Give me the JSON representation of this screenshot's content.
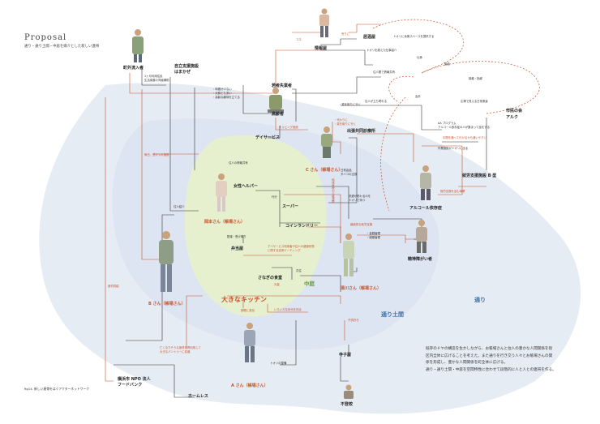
{
  "header": {
    "title": "Proposal",
    "subtitle": "通り・通り土間・中庭を媒介とした新しい連帯"
  },
  "caption": "fig14. 新しい連帯をはぐアクターネットワーク",
  "description": [
    "既存のドヤの構造を生かしながら、お帳場さんと住人の豊かな人間関係を街",
    "区内全体に広げることを考えた。また通りを行き交う人々とお帳場さんの関",
    "係を形成し、豊かな人間関係を町全体に広げる。",
    "通り・通り土間・中庭を空間特性に合わせて段階的に人と人との連帯を作る。"
  ],
  "zones": {
    "street": "通り",
    "street_doma": "通り土間",
    "courtyard": "中庭"
  },
  "actors": {
    "shinki": "町外流入者",
    "jiritsu1": "自立支援施設",
    "jiritsu2": "はまかぜ",
    "jyohou": "情報屋",
    "kyoudou": "居酒屋",
    "wakamono": "若者失業者",
    "koureisha": "高齢者",
    "dayservice": "デイサービス",
    "csan": "C さん（帳場さん）",
    "kouban": "出張共同診療所",
    "shitei": "市民の会",
    "aruku": "アルク",
    "shurou": "就労支援施設 B 型",
    "okamoto": "岡本さん（帳場さん）",
    "josei": "女性ヘルパー",
    "super": "スーパー",
    "coin": "コインランドリー",
    "alcohol": "アルコール依存症",
    "bento": "弁当屋",
    "bsan": "B さん（帳場さん）",
    "seishin": "精神障がい者",
    "sanagi": "さなぎの食堂",
    "kitchen": "大きなキッチン",
    "kiyokawa": "清川さん（帳場さん）",
    "asan": "A さん（帳場さん）",
    "teraya": "寺子屋",
    "npo1": "横浜市 NPO 法人",
    "npo2": "フードバンク",
    "homeless": "ホームレス",
    "futoukou": "不登校"
  },
  "edge_labels": {
    "kone": "コネ",
    "uri": "売りに",
    "sisetsu": "毎日、受け入れ施設",
    "living": "ホリビング施設",
    "kaitate": "・代わりに\n・菜を取りに行く",
    "chiiki": "地域医療の介護連携",
    "kaigo": "中間を通って行けるかも通いやすい",
    "shuuro": "就労支援を含む事業",
    "seisaku": "継続的な就労支援",
    "dayinfo": "デイサービス利用者や住人の健康状態\nに関する定例ミーティング",
    "syokuzai": "食材調達",
    "tyouri": "調理に参加",
    "iroiro": "いろいろな世代を知る",
    "kodomo": "子供好き",
    "nakunaru": "亡くなりそうな食材を再利用して\n大きなパントリーに収蔵",
    "kanri": "光量",
    "kyoudo": "共住",
    "shoku": "食材供給"
  },
  "notes": {
    "n1": "トオリに余剰スペースを提供する",
    "n2": "トオリを超えた仕事紹介",
    "n3": "住人間で情報共有",
    "n4": "1ヶ月利用住民\n生活保護の同級補助",
    "n5": "・時間が少ない\n・大勢とも多い\n・高齢な趣味を立てる",
    "n6": "・菜を取りに行く",
    "n7": "住人の情報共有",
    "n8": "AA プログラム\nアルコール依存症の人が集まって話をする",
    "n9": "作業施設がトオリに出る",
    "n10": "日常会話\nタバコの交換",
    "n11": "洗濯が終わるのを\nトオリで待つ",
    "n12": "・金銭管理\n・服薬管理",
    "n13": "配達・受け取り",
    "n14": "住人紹介",
    "n15": "代行",
    "n16": "トオリの整備",
    "n17": "住人が立ち寄れる",
    "n18": "仕事",
    "n19": "勉強",
    "n20": "講義・指導",
    "n21": "会計",
    "n22": "広場で見える日常風景"
  }
}
